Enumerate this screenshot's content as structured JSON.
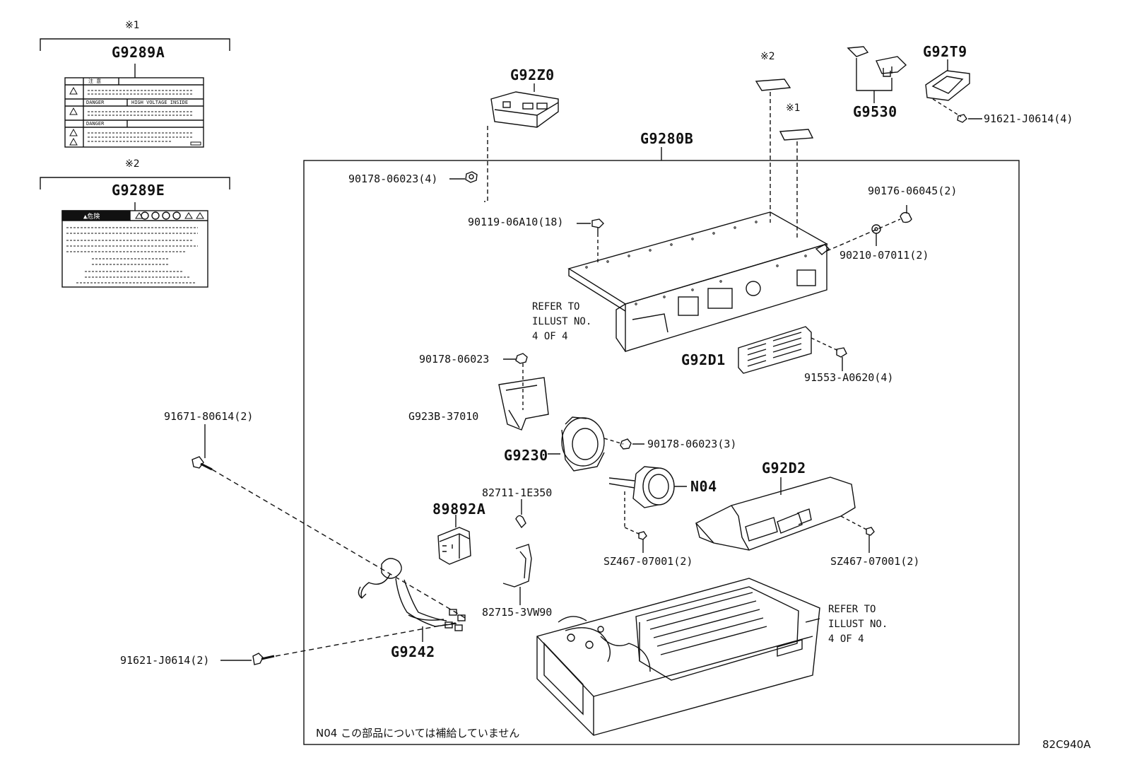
{
  "diagram_code": "82C940A",
  "footnote": "N04 この部品については補給していません",
  "marks": {
    "m1": "※1",
    "m2": "※2"
  },
  "labels": {
    "g9289a": "G9289A",
    "g9289e": "G9289E",
    "g92z0": "G92Z0",
    "g9280b": "G9280B",
    "g9530": "G9530",
    "g92t9": "G92T9",
    "p91621_j0614_4": "91621-J0614(4)",
    "p90178_06023_4": "90178-06023(4)",
    "p90119_06a10_18": "90119-06A10(18)",
    "p90176_06045_2": "90176-06045(2)",
    "p90210_07011_2": "90210-07011(2)",
    "g92d1": "G92D1",
    "p91553_a0620_4": "91553-A0620(4)",
    "p90178_06023": "90178-06023",
    "g923b_37010": "G923B-37010",
    "p91671_80614_2": "91671-80614(2)",
    "g9230": "G9230",
    "p90178_06023_3": "90178-06023(3)",
    "g92d2": "G92D2",
    "n04": "N04",
    "p82711_1e350": "82711-1E350",
    "p89892a": "89892A",
    "sz467_a": "SZ467-07001(2)",
    "sz467_b": "SZ467-07001(2)",
    "p82715_3vw90": "82715-3VW90",
    "g9242": "G9242",
    "p91621_j0614_2": "91621-J0614(2)",
    "ref_top": "REFER TO\nILLUST NO.\n4 OF 4",
    "ref_bottom": "REFER TO\nILLUST NO.\n4 OF 4"
  },
  "label_a_rows": [
    "注 意",
    "HIGH VOLTAGE INSIDE",
    "DANGER",
    "DANGER"
  ],
  "label_e_header": "▲危険"
}
